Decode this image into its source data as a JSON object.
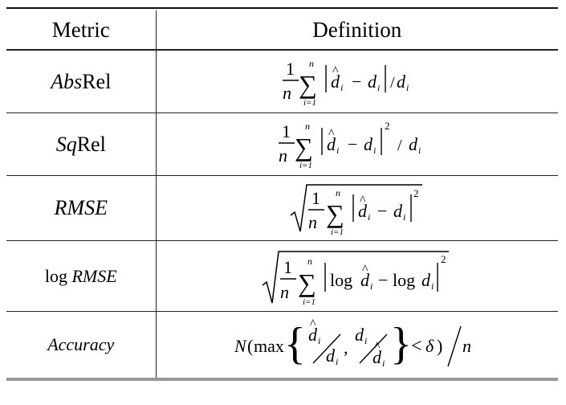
{
  "header": {
    "metric": "Metric",
    "definition": "Definition"
  },
  "rows": [
    {
      "metric_name": "Abs Rel"
    },
    {
      "metric_name": "Sq Rel"
    },
    {
      "metric_name": "RMSE"
    },
    {
      "metric_name": "log RMSE",
      "metric_prefix": "log",
      "metric_suffix": "RMSE"
    },
    {
      "metric_name": "Accuracy"
    }
  ],
  "symbols": {
    "one": "1",
    "n": "n",
    "i_eq_1": "i=1",
    "sum": "∑",
    "sqrt": "√",
    "d": "d",
    "i": "i",
    "hat": "^",
    "minus": "−",
    "slash": "/",
    "two": "2",
    "log": "log",
    "N": "N",
    "max": "max",
    "comma": ",",
    "less": "<",
    "delta": "δ",
    "lbrace": "{",
    "rbrace": "}",
    "lparen": "(",
    "rparen": ")",
    "bar": "|"
  }
}
